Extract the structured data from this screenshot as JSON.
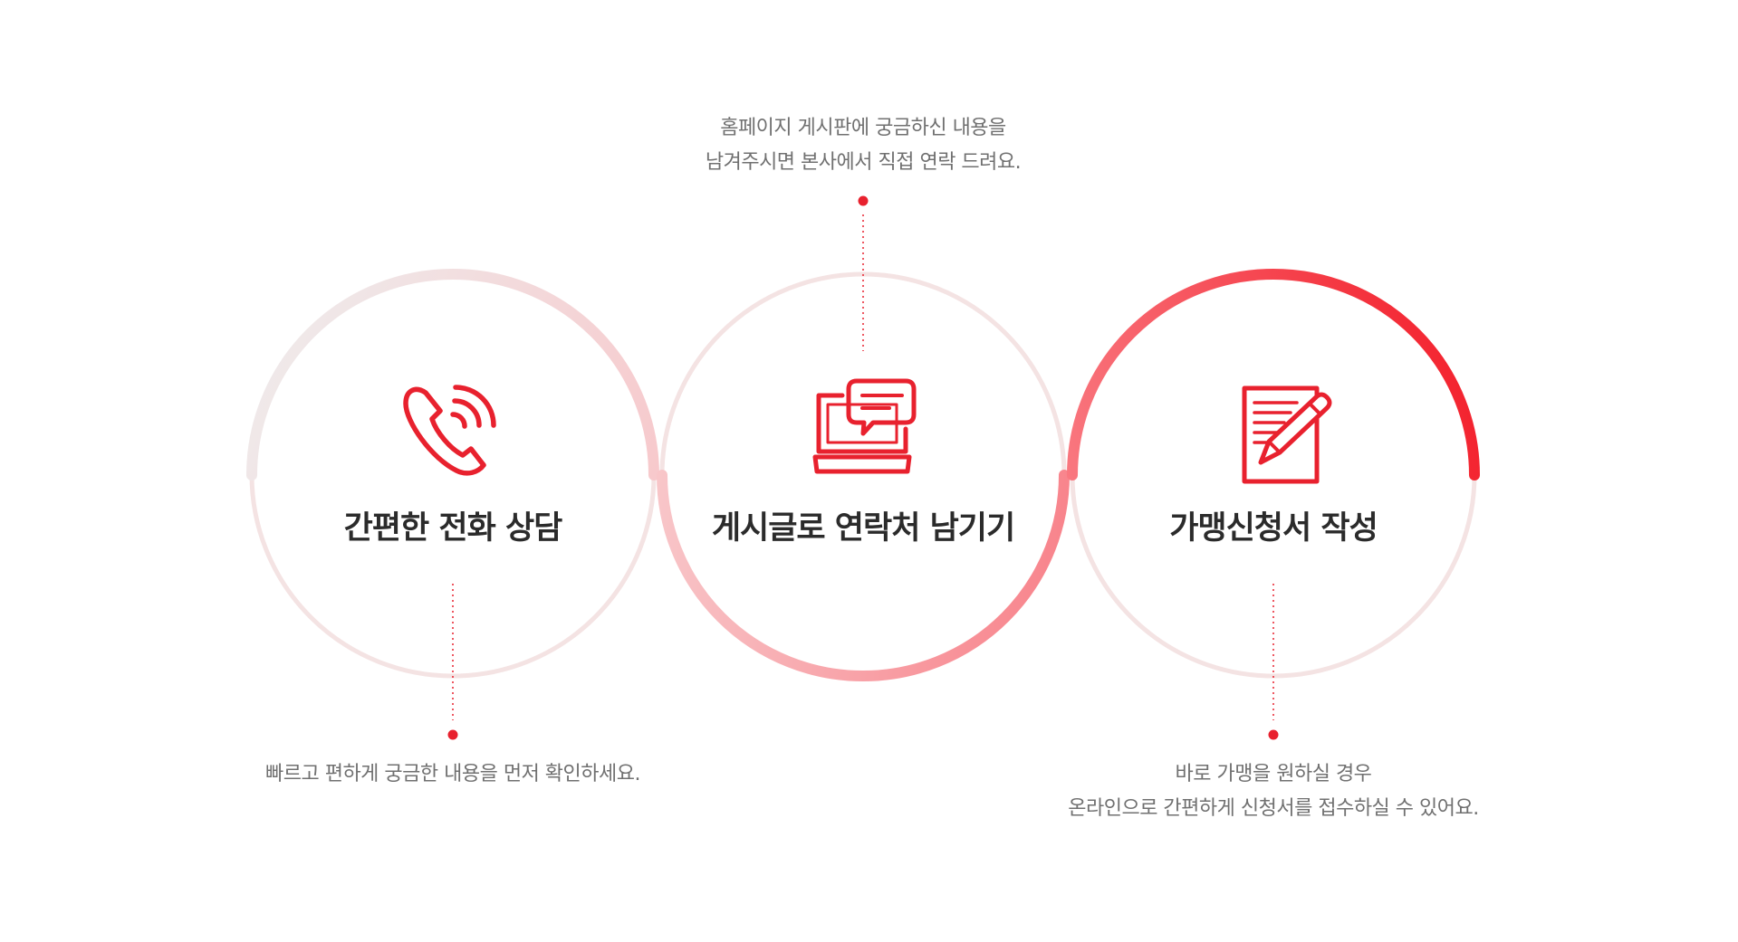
{
  "accent_color": "#e8212e",
  "steps": [
    {
      "icon": "phone-icon",
      "title": "간편한 전화 상담",
      "desc_lines": [
        "빠르고 편하게 궁금한 내용을 먼저 확인하세요."
      ]
    },
    {
      "icon": "computer-chat-icon",
      "title": "게시글로 연락처 남기기",
      "desc_lines": [
        "홈페이지 게시판에 궁금하신 내용을",
        "남겨주시면 본사에서 직접 연락 드려요."
      ]
    },
    {
      "icon": "document-pencil-icon",
      "title": "가맹신청서 작성",
      "desc_lines": [
        "바로 가맹을 원하실 경우",
        "온라인으로 간편하게 신청서를 접수하실 수 있어요."
      ]
    }
  ]
}
